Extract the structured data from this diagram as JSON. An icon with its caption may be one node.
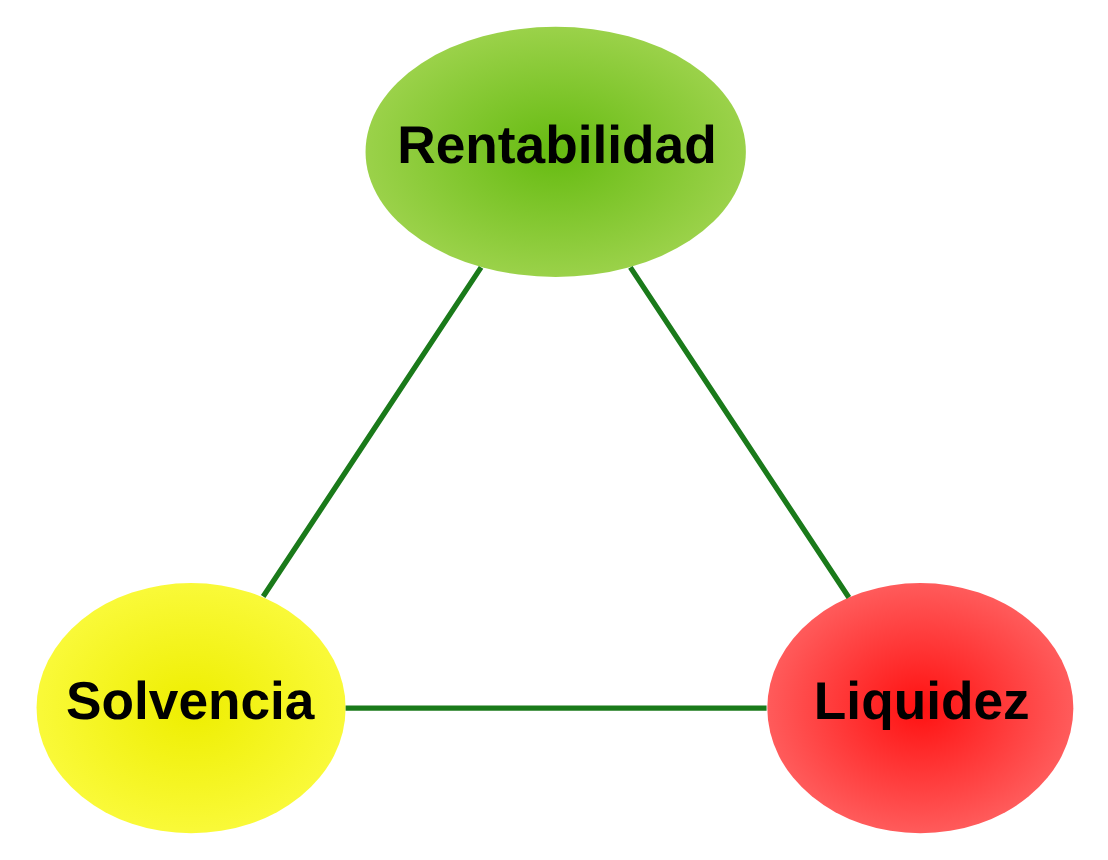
{
  "diagram": {
    "nodes": [
      {
        "text": [
          "Rentabilidad"
        ]
      },
      {
        "text": [
          "Solvencia"
        ]
      },
      {
        "text": [
          "Liquidez"
        ]
      }
    ],
    "edges": [
      {
        "from": 0,
        "to": 1,
        "arrow": "none"
      },
      {
        "from": 0,
        "to": 2,
        "arrow": "none"
      },
      {
        "from": 1,
        "to": 2,
        "arrow": "none"
      }
    ]
  }
}
